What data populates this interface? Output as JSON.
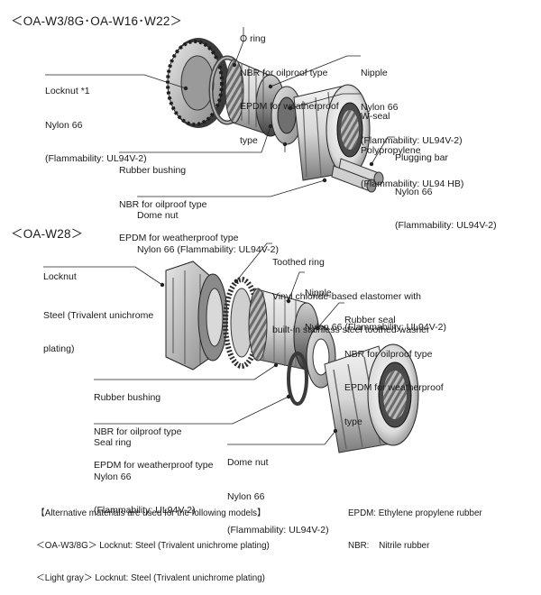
{
  "section1": {
    "title": "＜OA-W3/8G･OA-W16･W22＞",
    "labels": {
      "o_ring": [
        "O ring",
        "NBR for oilproof type",
        "EPDM for weatherproof",
        "type"
      ],
      "locknut": [
        "Locknut *1",
        "Nylon 66",
        "(Flammability: UL94V-2)"
      ],
      "nipple": [
        "Nipple",
        "Nylon 66",
        "(Flammability: UL94V-2)"
      ],
      "w_seal": [
        "W-seal",
        "Polypropylene",
        "(Flammability: UL94 HB)"
      ],
      "plugging_bar": [
        "Plugging bar",
        "Nylon 66",
        "(Flammability: UL94V-2)"
      ],
      "rubber_bushing": [
        "Rubber bushing",
        "NBR for oilproof type",
        "EPDM for weatherproof type"
      ],
      "dome_nut": [
        "Dome nut",
        "Nylon 66 (Flammability: UL94V-2)"
      ]
    }
  },
  "section2": {
    "title": "＜OA-W28＞",
    "labels": {
      "locknut": [
        "Locknut",
        "Steel (Trivalent unichrome",
        "plating)"
      ],
      "toothed_ring": [
        "Toothed ring",
        "Vinyl chloride-based elastomer with",
        "built-in stainless steel toothed washer"
      ],
      "nipple": [
        "Nipple",
        "Nylon 66 (Flammability: UL94V-2)"
      ],
      "rubber_seal": [
        "Rubber seal",
        "NBR for oilproof type",
        "EPDM for weatherproof",
        "type"
      ],
      "rubber_bushing": [
        "Rubber bushing",
        "NBR for oilproof type",
        "EPDM for weatherproof type"
      ],
      "seal_ring": [
        "Seal ring",
        "Nylon 66",
        "(Flammability: UL94V-2)"
      ],
      "dome_nut": [
        "Dome nut",
        "Nylon 66",
        "(Flammability: UL94V-2)"
      ]
    }
  },
  "footnote": {
    "heading": "【Alternative materials are used for the following models】",
    "row1": "＜OA-W3/8G＞ Locknut: Steel (Trivalent unichrome plating)",
    "row2": "＜Light gray＞ Locknut: Steel (Trivalent unichrome plating)",
    "abbr1": "EPDM: Ethylene propylene rubber",
    "abbr2": "NBR:    Nitrile rubber"
  }
}
